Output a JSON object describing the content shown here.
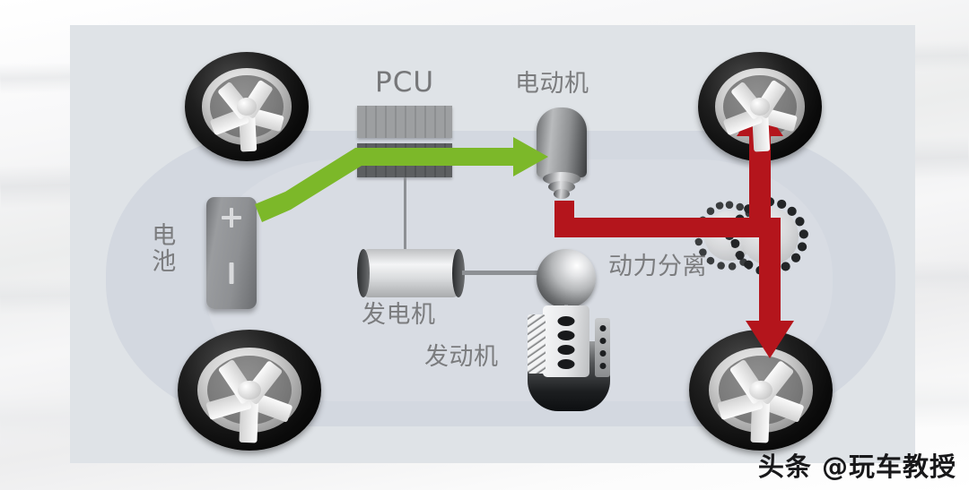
{
  "diagram": {
    "title_text": "",
    "labels": {
      "pcu": "PCU",
      "motor": "电动机",
      "battery": "电\n池",
      "generator": "发电机",
      "engine": "发动机",
      "power_split": "动力分离"
    },
    "battery_symbols": {
      "positive": "+",
      "negative": "−"
    },
    "colors": {
      "panel_bg": "#dfe3e7",
      "car_body": "#d3d8e0",
      "label_text": "#7b7c7e",
      "electric_flow": "#7cb829",
      "mechanical_flow": "#b4151c",
      "tire": "#0b0b0b",
      "hub": "#9a9a9a",
      "watermark": "#18181a"
    },
    "flows": [
      {
        "name": "electric-flow",
        "color": "#7cb829",
        "from": "电池",
        "to": "电动机",
        "via": "PCU"
      },
      {
        "name": "mechanical-flow-front",
        "color": "#b4151c",
        "from": "电动机",
        "to": "前轮"
      },
      {
        "name": "mechanical-flow-rear",
        "color": "#b4151c",
        "from": "动力分离",
        "to": "后轮"
      }
    ],
    "components": [
      "电池",
      "PCU",
      "电动机",
      "发电机",
      "发动机",
      "动力分离",
      "车轮"
    ],
    "wheel_count": 4,
    "gear_count": 2
  },
  "watermark": {
    "text": "头条 @玩车教授"
  }
}
